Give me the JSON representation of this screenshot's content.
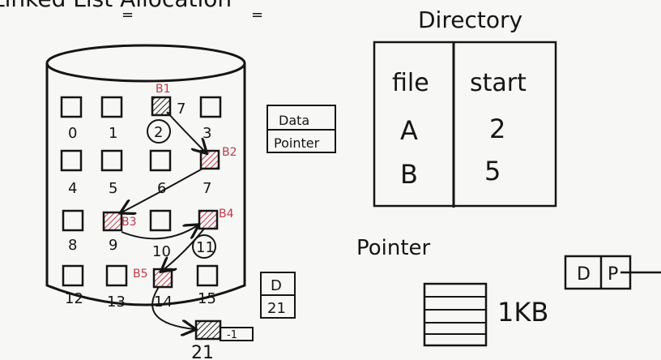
{
  "heading": {
    "left_title": "Linked List Allocation"
  },
  "disk": {
    "blocks": [
      {
        "num": "0"
      },
      {
        "num": "1"
      },
      {
        "num": "2"
      },
      {
        "num": "3"
      },
      {
        "num": "4"
      },
      {
        "num": "5"
      },
      {
        "num": "6"
      },
      {
        "num": "7"
      },
      {
        "num": "8"
      },
      {
        "num": "9"
      },
      {
        "num": "10"
      },
      {
        "num": "11"
      },
      {
        "num": "12"
      },
      {
        "num": "13"
      },
      {
        "num": "14"
      },
      {
        "num": "15"
      }
    ],
    "labels": {
      "b1": "B1",
      "b2": "B2",
      "b3": "B3",
      "b4": "B4",
      "b5": "B5"
    },
    "extra_block": {
      "num": "21",
      "end_marker": "-1",
      "side_d": "D",
      "side_num": "21"
    },
    "stray_mark": "7"
  },
  "legend": {
    "data": "Data",
    "pointer": "Pointer"
  },
  "directory": {
    "title": "Directory",
    "headers": [
      "file",
      "start"
    ],
    "rows": [
      {
        "file": "A",
        "start": "2"
      },
      {
        "file": "B",
        "start": "5"
      }
    ]
  },
  "pointer_section": {
    "label": "Pointer",
    "size": "1KB",
    "node": {
      "d": "D",
      "p": "P"
    }
  },
  "colors": {
    "ink": "#151515",
    "accent_red": "#c0394b",
    "background": "#f7f7f5"
  }
}
